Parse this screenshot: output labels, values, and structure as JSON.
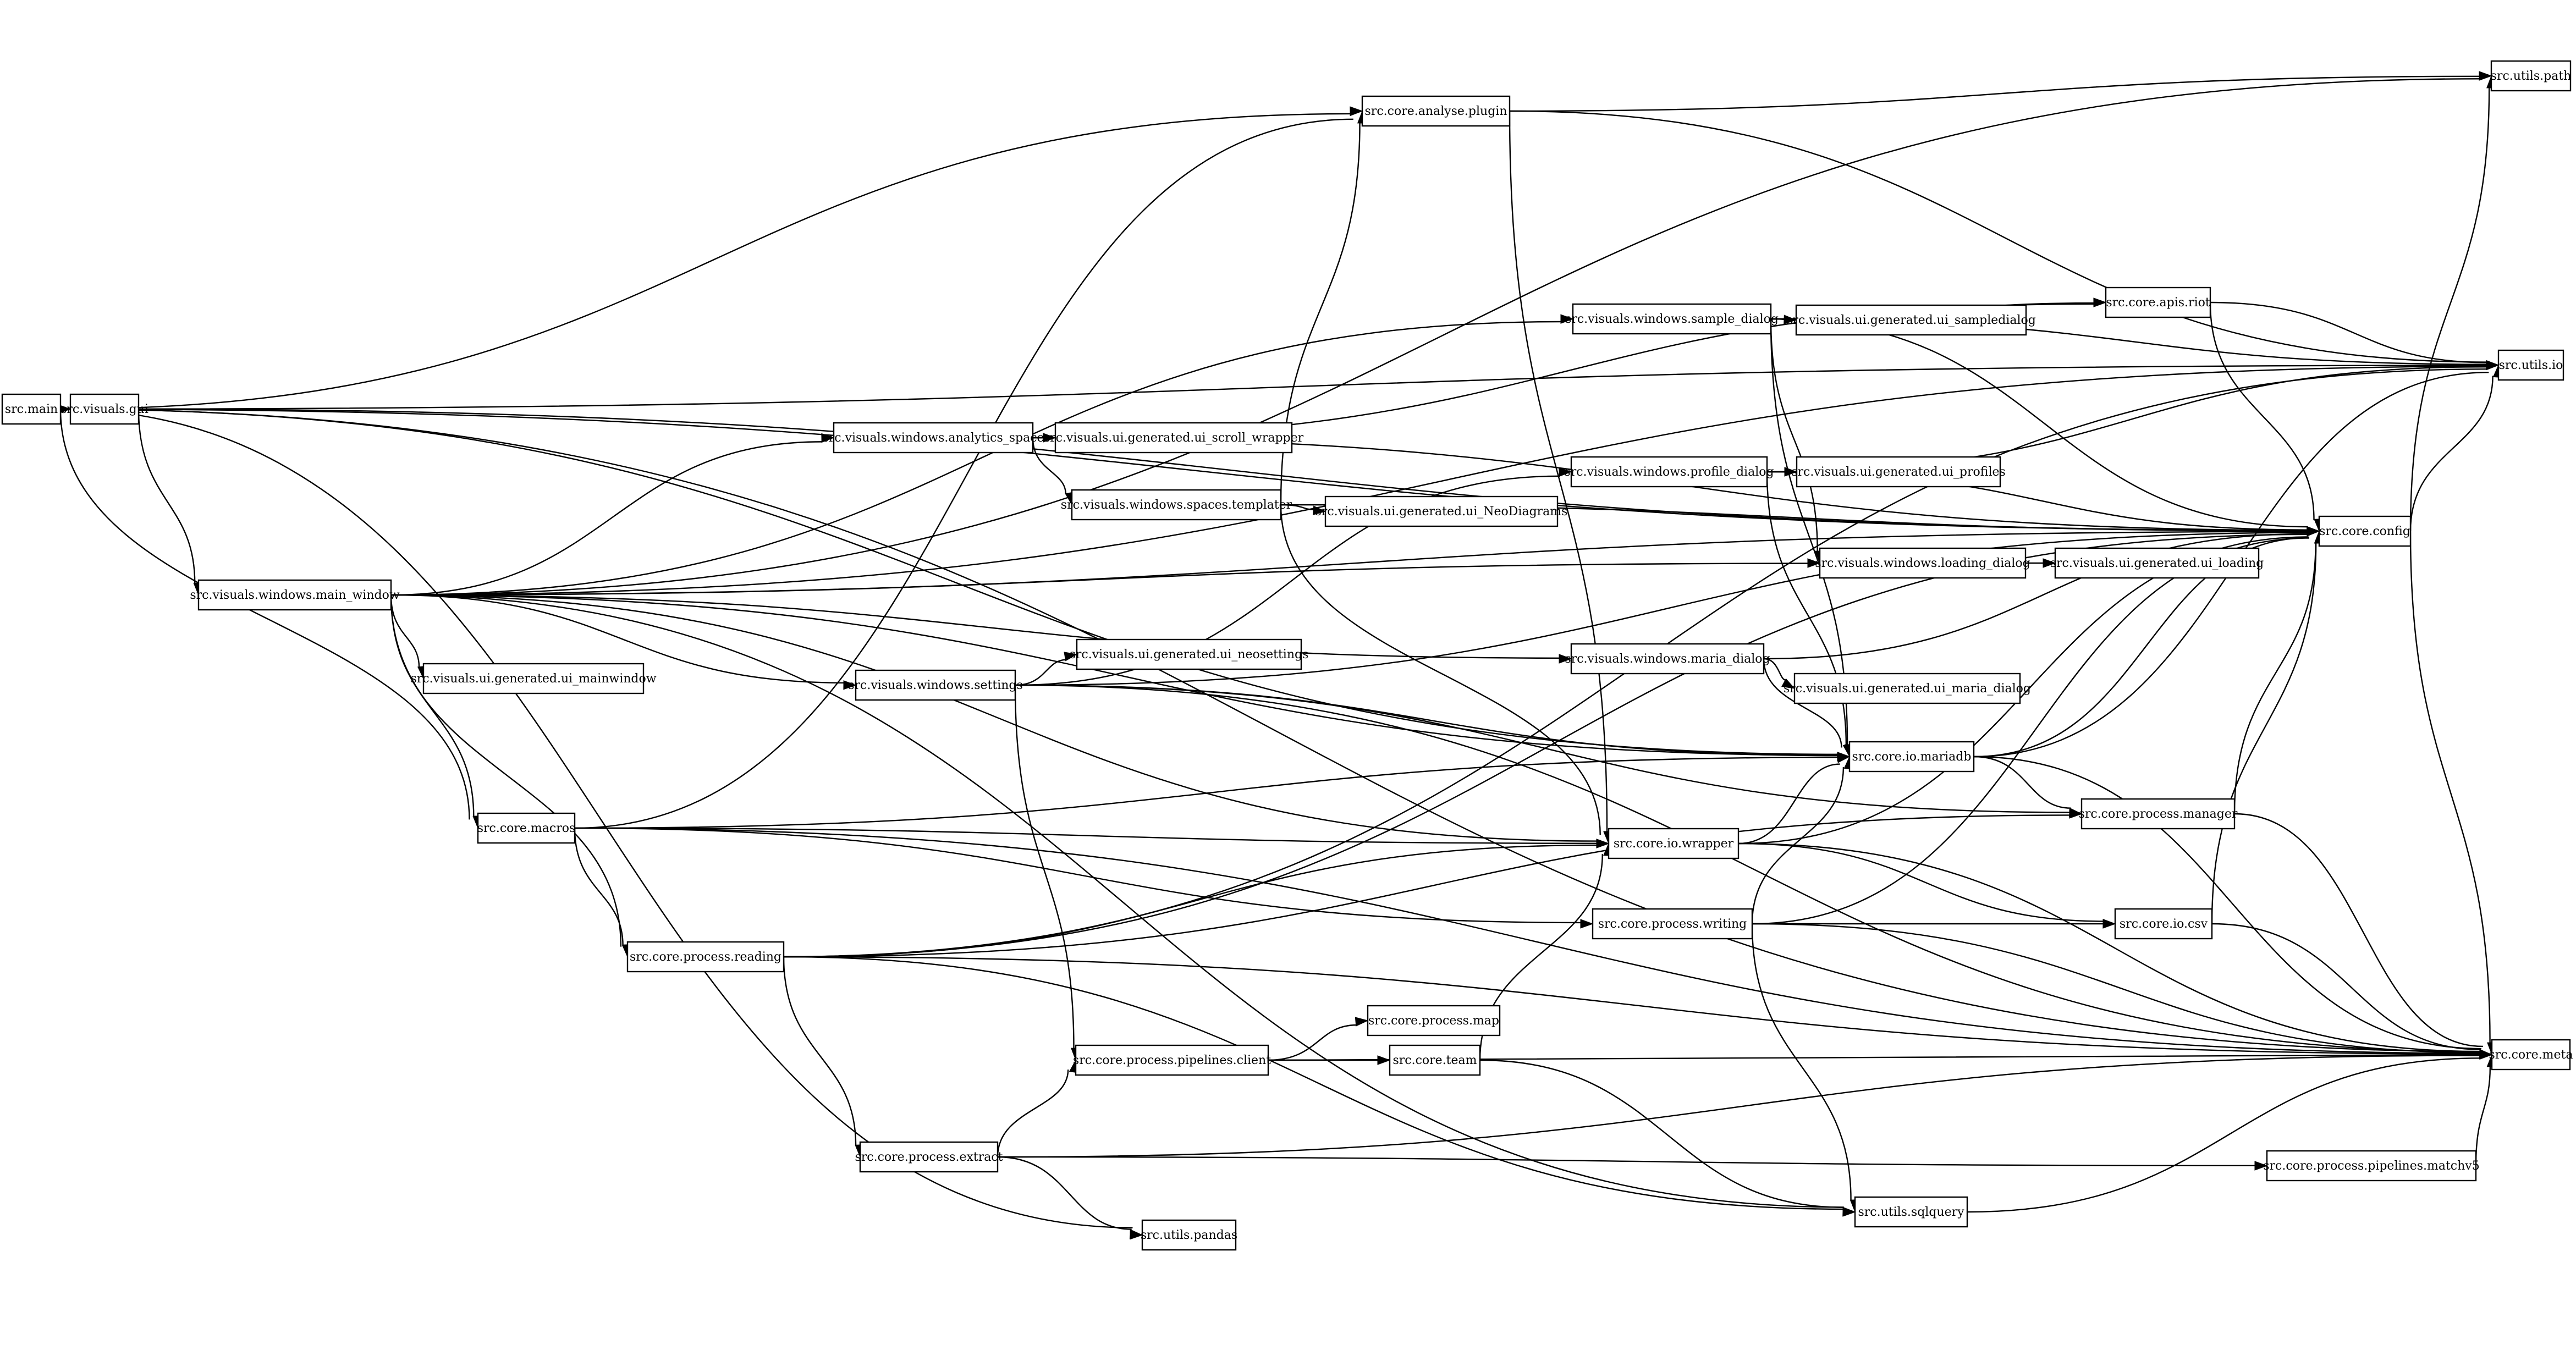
{
  "diagram": {
    "type": "dependency-graph",
    "direction": "left-to-right",
    "nodes": [
      {
        "id": "main",
        "label": "src.main"
      },
      {
        "id": "gui",
        "label": "src.visuals.gui"
      },
      {
        "id": "main_window",
        "label": "src.visuals.windows.main_window"
      },
      {
        "id": "ui_mainwindow",
        "label": "src.visuals.ui.generated.ui_mainwindow"
      },
      {
        "id": "macros",
        "label": "src.core.macros"
      },
      {
        "id": "reading",
        "label": "src.core.process.reading"
      },
      {
        "id": "extract",
        "label": "src.core.process.extract"
      },
      {
        "id": "pandas",
        "label": "src.utils.pandas"
      },
      {
        "id": "analytics_space",
        "label": "src.visuals.windows.analytics_space"
      },
      {
        "id": "ui_scroll_wrapper",
        "label": "src.visuals.ui.generated.ui_scroll_wrapper"
      },
      {
        "id": "templater",
        "label": "src.visuals.windows.spaces.templater"
      },
      {
        "id": "ui_neodiagrams",
        "label": "src.visuals.ui.generated.ui_NeoDiagrams"
      },
      {
        "id": "settings",
        "label": "src.visuals.windows.settings"
      },
      {
        "id": "ui_neosettings",
        "label": "src.visuals.ui.generated.ui_neosettings"
      },
      {
        "id": "pipelines_client",
        "label": "src.core.process.pipelines.client"
      },
      {
        "id": "process_map",
        "label": "src.core.process.map"
      },
      {
        "id": "team",
        "label": "src.core.team"
      },
      {
        "id": "analyse_plugin",
        "label": "src.core.analyse.plugin"
      },
      {
        "id": "sample_dialog",
        "label": "src.visuals.windows.sample_dialog"
      },
      {
        "id": "ui_sampledialog",
        "label": "src.visuals.ui.generated.ui_sampledialog"
      },
      {
        "id": "profile_dialog",
        "label": "src.visuals.windows.profile_dialog"
      },
      {
        "id": "ui_profiles",
        "label": "src.visuals.ui.generated.ui_profiles"
      },
      {
        "id": "maria_dialog",
        "label": "src.visuals.windows.maria_dialog"
      },
      {
        "id": "ui_maria_dialog",
        "label": "src.visuals.ui.generated.ui_maria_dialog"
      },
      {
        "id": "io_wrapper",
        "label": "src.core.io.wrapper"
      },
      {
        "id": "writing",
        "label": "src.core.process.writing"
      },
      {
        "id": "loading_dialog",
        "label": "src.visuals.windows.loading_dialog"
      },
      {
        "id": "ui_loading",
        "label": "src.visuals.ui.generated.ui_loading"
      },
      {
        "id": "mariadb",
        "label": "src.core.io.mariadb"
      },
      {
        "id": "apis_riot",
        "label": "src.core.apis.riot"
      },
      {
        "id": "process_manager",
        "label": "src.core.process.manager"
      },
      {
        "id": "io_csv",
        "label": "src.core.io.csv"
      },
      {
        "id": "sqlquery",
        "label": "src.utils.sqlquery"
      },
      {
        "id": "matchv5",
        "label": "src.core.process.pipelines.matchv5"
      },
      {
        "id": "config",
        "label": "src.core.config"
      },
      {
        "id": "utils_path",
        "label": "src.utils.path"
      },
      {
        "id": "utils_io",
        "label": "src.utils.io"
      },
      {
        "id": "meta",
        "label": "src.core.meta"
      }
    ],
    "edges": [
      {
        "from": "main",
        "to": "gui"
      },
      {
        "from": "main",
        "to": "macros"
      },
      {
        "from": "main",
        "to": "pandas"
      },
      {
        "from": "main",
        "to": "analyse_plugin"
      },
      {
        "from": "main",
        "to": "mariadb"
      },
      {
        "from": "main",
        "to": "config"
      },
      {
        "from": "main",
        "to": "utils_io"
      },
      {
        "from": "main",
        "to": "meta"
      },
      {
        "from": "gui",
        "to": "main_window"
      },
      {
        "from": "gui",
        "to": "config"
      },
      {
        "from": "main_window",
        "to": "ui_mainwindow"
      },
      {
        "from": "main_window",
        "to": "macros"
      },
      {
        "from": "main_window",
        "to": "reading"
      },
      {
        "from": "main_window",
        "to": "analytics_space"
      },
      {
        "from": "main_window",
        "to": "settings"
      },
      {
        "from": "main_window",
        "to": "sample_dialog"
      },
      {
        "from": "main_window",
        "to": "maria_dialog"
      },
      {
        "from": "main_window",
        "to": "loading_dialog"
      },
      {
        "from": "main_window",
        "to": "io_wrapper"
      },
      {
        "from": "main_window",
        "to": "mariadb"
      },
      {
        "from": "main_window",
        "to": "sqlquery"
      },
      {
        "from": "main_window",
        "to": "config"
      },
      {
        "from": "main_window",
        "to": "utils_path"
      },
      {
        "from": "main_window",
        "to": "utils_io"
      },
      {
        "from": "macros",
        "to": "reading"
      },
      {
        "from": "macros",
        "to": "io_wrapper"
      },
      {
        "from": "macros",
        "to": "writing"
      },
      {
        "from": "macros",
        "to": "mariadb"
      },
      {
        "from": "macros",
        "to": "analyse_plugin"
      },
      {
        "from": "macros",
        "to": "meta"
      },
      {
        "from": "reading",
        "to": "extract"
      },
      {
        "from": "reading",
        "to": "io_wrapper"
      },
      {
        "from": "reading",
        "to": "process_manager"
      },
      {
        "from": "reading",
        "to": "sqlquery"
      },
      {
        "from": "reading",
        "to": "config"
      },
      {
        "from": "reading",
        "to": "utils_io"
      },
      {
        "from": "reading",
        "to": "meta"
      },
      {
        "from": "extract",
        "to": "pipelines_client"
      },
      {
        "from": "extract",
        "to": "pandas"
      },
      {
        "from": "extract",
        "to": "matchv5"
      },
      {
        "from": "extract",
        "to": "meta"
      },
      {
        "from": "analytics_space",
        "to": "ui_scroll_wrapper"
      },
      {
        "from": "analytics_space",
        "to": "templater"
      },
      {
        "from": "analytics_space",
        "to": "apis_riot"
      },
      {
        "from": "analytics_space",
        "to": "config"
      },
      {
        "from": "templater",
        "to": "ui_neodiagrams"
      },
      {
        "from": "templater",
        "to": "analyse_plugin"
      },
      {
        "from": "templater",
        "to": "io_wrapper"
      },
      {
        "from": "templater",
        "to": "config"
      },
      {
        "from": "settings",
        "to": "ui_neosettings"
      },
      {
        "from": "settings",
        "to": "pipelines_client"
      },
      {
        "from": "settings",
        "to": "profile_dialog"
      },
      {
        "from": "settings",
        "to": "mariadb"
      },
      {
        "from": "settings",
        "to": "process_manager"
      },
      {
        "from": "settings",
        "to": "config"
      },
      {
        "from": "settings",
        "to": "meta"
      },
      {
        "from": "pipelines_client",
        "to": "process_map"
      },
      {
        "from": "pipelines_client",
        "to": "team"
      },
      {
        "from": "pipelines_client",
        "to": "meta"
      },
      {
        "from": "team",
        "to": "io_wrapper"
      },
      {
        "from": "team",
        "to": "sqlquery"
      },
      {
        "from": "analyse_plugin",
        "to": "io_wrapper"
      },
      {
        "from": "analyse_plugin",
        "to": "utils_path"
      },
      {
        "from": "analyse_plugin",
        "to": "utils_io"
      },
      {
        "from": "sample_dialog",
        "to": "ui_sampledialog"
      },
      {
        "from": "sample_dialog",
        "to": "apis_riot"
      },
      {
        "from": "sample_dialog",
        "to": "loading_dialog"
      },
      {
        "from": "sample_dialog",
        "to": "mariadb"
      },
      {
        "from": "sample_dialog",
        "to": "config"
      },
      {
        "from": "sample_dialog",
        "to": "utils_io"
      },
      {
        "from": "profile_dialog",
        "to": "ui_profiles"
      },
      {
        "from": "profile_dialog",
        "to": "mariadb"
      },
      {
        "from": "profile_dialog",
        "to": "config"
      },
      {
        "from": "profile_dialog",
        "to": "utils_io"
      },
      {
        "from": "maria_dialog",
        "to": "ui_maria_dialog"
      },
      {
        "from": "maria_dialog",
        "to": "mariadb"
      },
      {
        "from": "maria_dialog",
        "to": "config"
      },
      {
        "from": "io_wrapper",
        "to": "mariadb"
      },
      {
        "from": "io_wrapper",
        "to": "io_csv"
      },
      {
        "from": "io_wrapper",
        "to": "config"
      },
      {
        "from": "io_wrapper",
        "to": "meta"
      },
      {
        "from": "writing",
        "to": "mariadb"
      },
      {
        "from": "writing",
        "to": "io_csv"
      },
      {
        "from": "writing",
        "to": "sqlquery"
      },
      {
        "from": "writing",
        "to": "config"
      },
      {
        "from": "writing",
        "to": "meta"
      },
      {
        "from": "loading_dialog",
        "to": "ui_loading"
      },
      {
        "from": "mariadb",
        "to": "process_manager"
      },
      {
        "from": "mariadb",
        "to": "config"
      },
      {
        "from": "mariadb",
        "to": "utils_io"
      },
      {
        "from": "mariadb",
        "to": "meta"
      },
      {
        "from": "apis_riot",
        "to": "config"
      },
      {
        "from": "apis_riot",
        "to": "utils_io"
      },
      {
        "from": "process_manager",
        "to": "config"
      },
      {
        "from": "process_manager",
        "to": "meta"
      },
      {
        "from": "io_csv",
        "to": "config"
      },
      {
        "from": "io_csv",
        "to": "meta"
      },
      {
        "from": "sqlquery",
        "to": "meta"
      },
      {
        "from": "matchv5",
        "to": "meta"
      },
      {
        "from": "config",
        "to": "utils_path"
      },
      {
        "from": "config",
        "to": "utils_io"
      },
      {
        "from": "config",
        "to": "meta"
      }
    ]
  }
}
